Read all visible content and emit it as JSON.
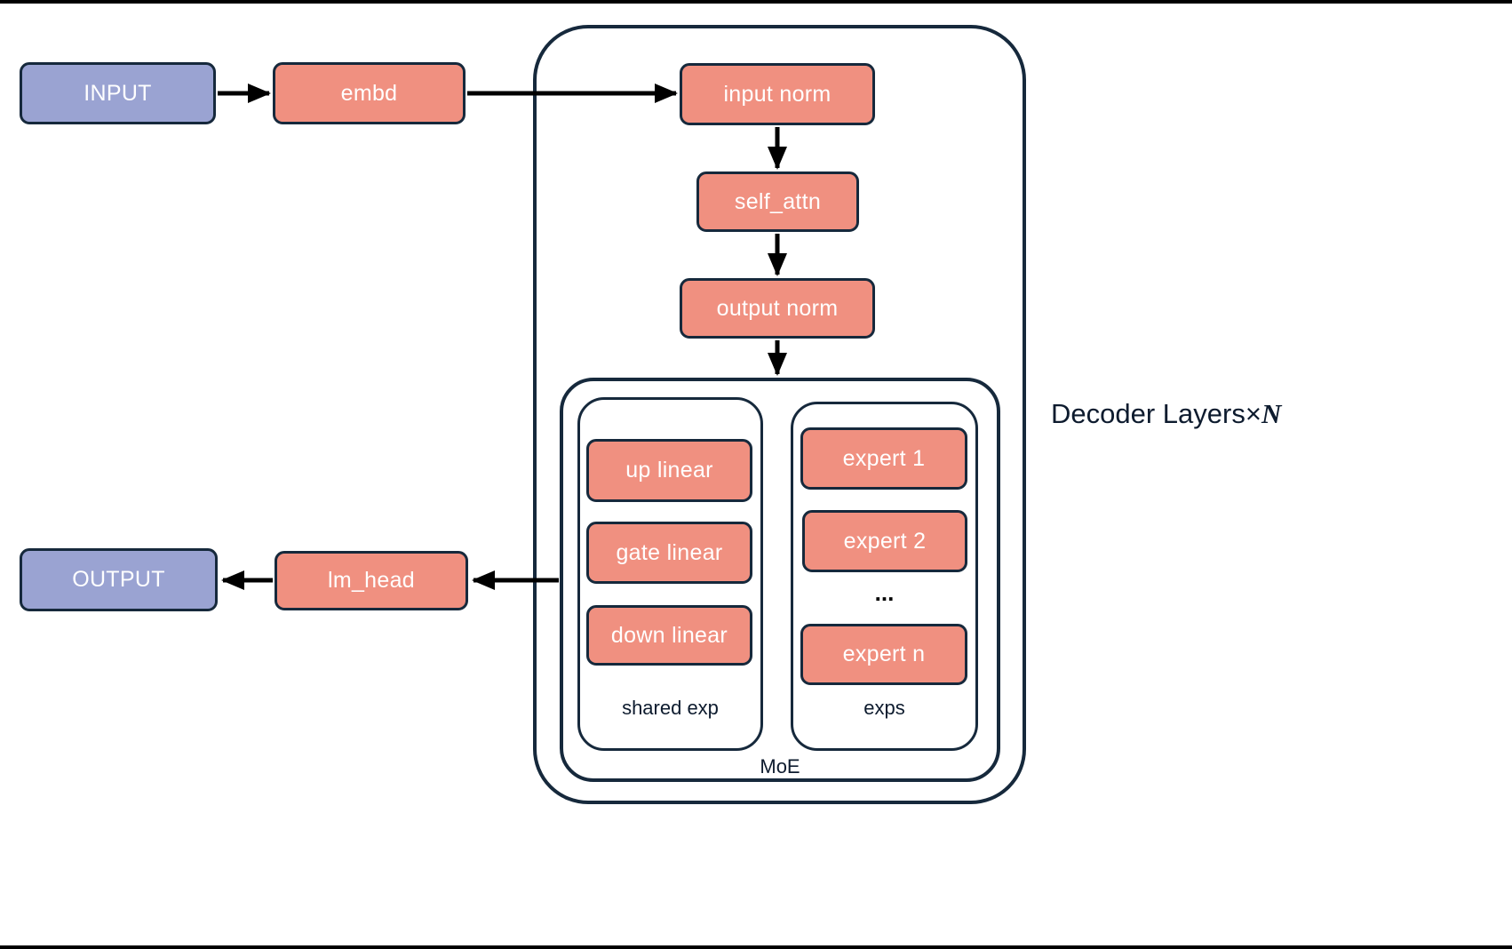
{
  "colors": {
    "node_purple": "#9aa3d2",
    "node_salmon": "#f09080",
    "border_dark": "#16293c",
    "arrow_black": "#000000",
    "label_dark": "#0d1b2e",
    "background": "#ffffff"
  },
  "nodes": {
    "input": "INPUT",
    "embd": "embd",
    "input_norm": "input norm",
    "self_attn": "self_attn",
    "output_norm": "output norm",
    "up_linear": "up linear",
    "gate_linear": "gate linear",
    "down_linear": "down linear",
    "expert_1": "expert 1",
    "expert_2": "expert 2",
    "expert_n": "expert n",
    "lm_head": "lm_head",
    "output": "OUTPUT"
  },
  "labels": {
    "shared_exp": "shared exp",
    "exps": "exps",
    "moe": "MoE",
    "ellipsis": "..."
  },
  "decoder_label": {
    "prefix": "Decoder Layers",
    "times": "×",
    "n": "N"
  }
}
